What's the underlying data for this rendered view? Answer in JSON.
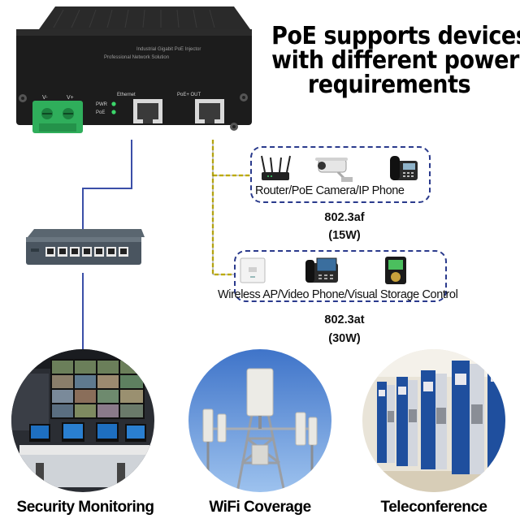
{
  "headline": {
    "line1": "PoE supports devices",
    "line2": "with different power",
    "line3": "requirements"
  },
  "device": {
    "port_label_in": "Ethernet",
    "port_label_out": "PoE+ OUT",
    "led_labels": [
      "PWR",
      "PoE"
    ],
    "terminal_labels": [
      "V-",
      "V+"
    ],
    "side_text_1": "Industrial Gigabit PoE Injector",
    "side_text_2": "Professional Network Solution"
  },
  "groups": [
    {
      "devices_label": "Router/PoE Camera/IP Phone",
      "standard": "802.3af",
      "power": "(15W)",
      "icons": [
        "router-icon",
        "poe-camera-icon",
        "ip-phone-icon"
      ]
    },
    {
      "devices_label": "Wireless AP/Video Phone/Visual Storage Control",
      "standard": "802.3at",
      "power": "(30W)",
      "icons": [
        "wireless-ap-icon",
        "video-phone-icon",
        "access-control-icon"
      ]
    }
  ],
  "applications": [
    {
      "caption": "Security Monitoring",
      "scene": "security-monitoring-photo"
    },
    {
      "caption": "WiFi Coverage",
      "scene": "wifi-coverage-photo"
    },
    {
      "caption": "Teleconference",
      "scene": "teleconference-photo"
    }
  ],
  "colors": {
    "wire_blue": "#3b4fa8",
    "wire_yellow": "#e8d10a",
    "dashed_border": "#2a3a8c",
    "device_body": "#1c1c1c",
    "terminal_green": "#2fae5b"
  }
}
